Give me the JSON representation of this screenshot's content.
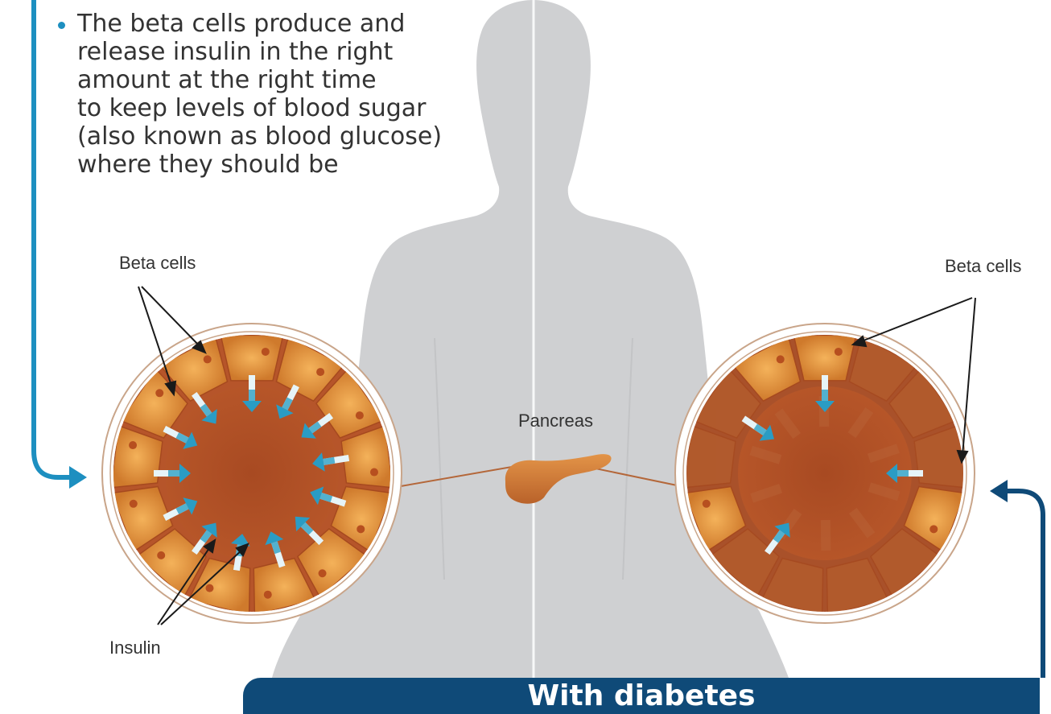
{
  "intro": {
    "bullet_lines": [
      "The beta cells produce and",
      "release insulin in the right",
      "amount at the right time",
      "to keep levels of blood sugar",
      "(also known as blood glucose)",
      "where they should be"
    ]
  },
  "labels": {
    "beta_cells_left": "Beta cells",
    "beta_cells_right": "Beta cells",
    "pancreas": "Pancreas",
    "insulin": "Insulin"
  },
  "banner": {
    "text": "With diabetes"
  },
  "colors": {
    "silhouette": "#cfd0d2",
    "cell_orange": "#d98a3a",
    "cell_dark": "#b2552a",
    "insulin_arrow": "#3aa6c9",
    "connector_left": "#1d8fc0",
    "connector_right": "#0f4a78",
    "banner_bg": "#0f4a78"
  }
}
